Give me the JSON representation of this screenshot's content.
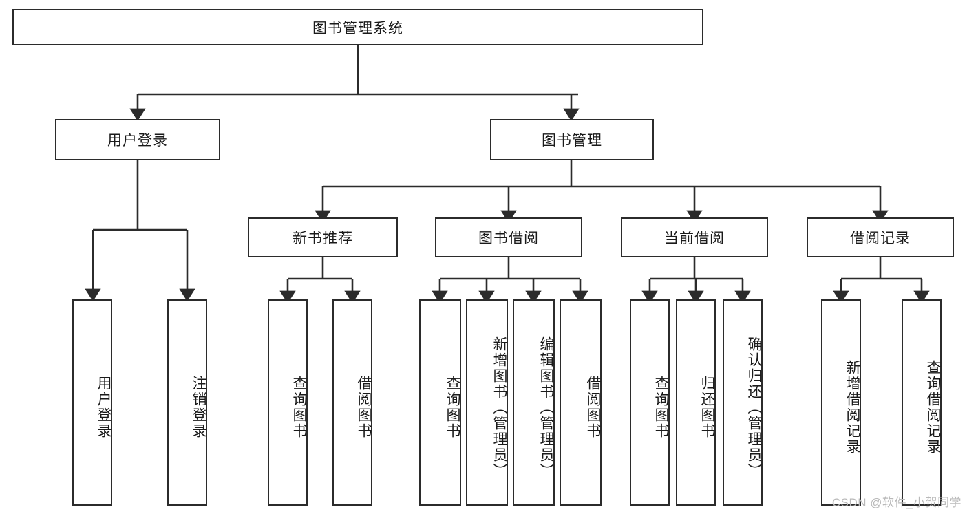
{
  "diagram": {
    "type": "tree",
    "title": "图书管理系统",
    "root": {
      "label": "图书管理系统"
    },
    "level2": [
      {
        "label": "用户登录"
      },
      {
        "label": "图书管理"
      }
    ],
    "level3": [
      {
        "label": "新书推荐"
      },
      {
        "label": "图书借阅"
      },
      {
        "label": "当前借阅"
      },
      {
        "label": "借阅记录"
      }
    ],
    "leaves": {
      "user_login": [
        {
          "label": "用户登录"
        },
        {
          "label": "注销登录"
        }
      ],
      "new_book_recommend": [
        {
          "label": "查询图书"
        },
        {
          "label": "借阅图书"
        }
      ],
      "book_borrow": [
        {
          "label": "查询图书"
        },
        {
          "label": "新增图书（管理员）"
        },
        {
          "label": "编辑图书（管理员）"
        },
        {
          "label": "借阅图书"
        }
      ],
      "current_borrow": [
        {
          "label": "查询图书"
        },
        {
          "label": "归还图书"
        },
        {
          "label": "确认归还（管理员）"
        }
      ],
      "borrow_record": [
        {
          "label": "新增借阅记录"
        },
        {
          "label": "查询借阅记录"
        }
      ]
    },
    "watermark": "CSDN @软件_小贺同学",
    "colors": {
      "stroke": "#2b2b2b",
      "fill": "#ffffff",
      "text": "#1a1a1a",
      "watermark": "#b9b9b9"
    }
  }
}
